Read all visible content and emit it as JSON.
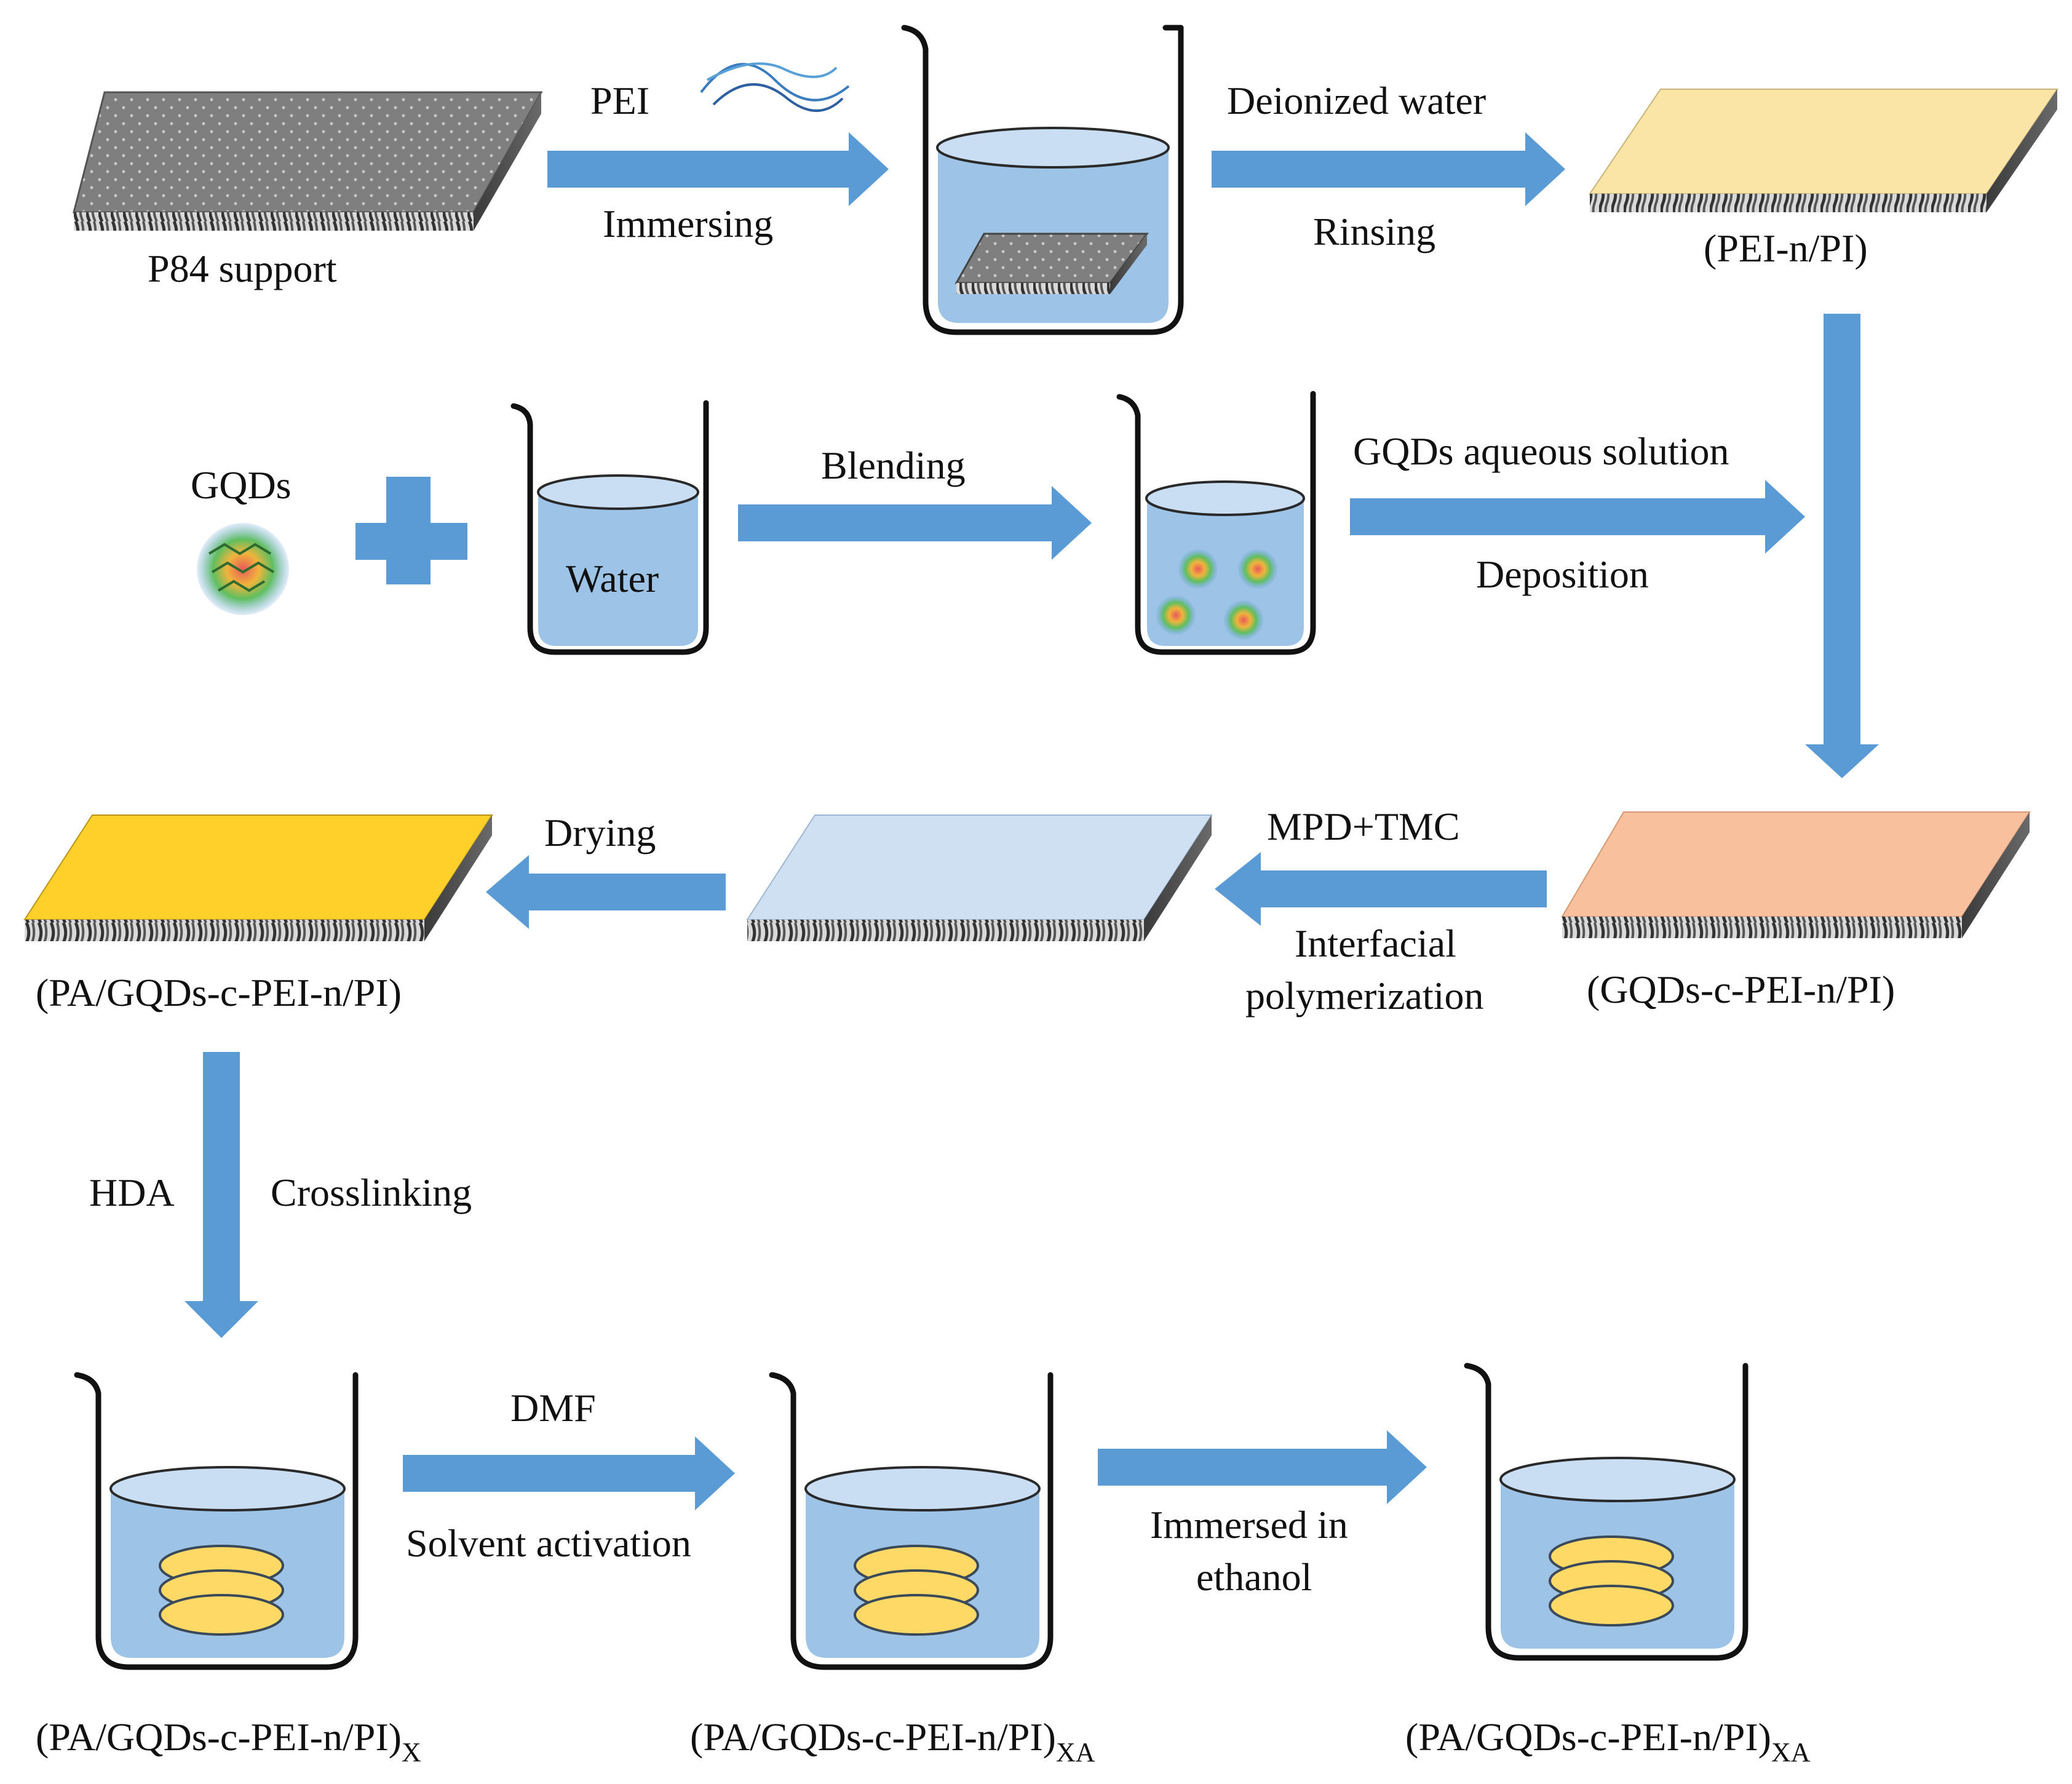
{
  "labels": {
    "p84": "P84 support",
    "pei": "PEI",
    "immersing": "Immersing",
    "deionized": "Deionized water",
    "rinsing": "Rinsing",
    "pei_pi": "(PEI-n/PI)",
    "gqds": "GQDs",
    "water": "Water",
    "blending": "Blending",
    "gqds_solution": "GQDs aqueous solution",
    "deposition": "Deposition",
    "drying": "Drying",
    "mpd_tmc": "MPD+TMC",
    "interfacial": "Interfacial",
    "polymerization": "polymerization",
    "gqds_c_pei": "(GQDs-c-PEI-n/PI)",
    "pa_gqds": "(PA/GQDs-c-PEI-n/PI)",
    "hda": "HDA",
    "crosslinking": "Crosslinking",
    "dmf": "DMF",
    "solvent_activation": "Solvent activation",
    "immersed_in": "Immersed in",
    "ethanol": "ethanol",
    "product_x": "(PA/GQDs-c-PEI-n/PI)",
    "product_x_sub": "X",
    "product_xa1": "(PA/GQDs-c-PEI-n/PI)",
    "product_xa1_sub": "XA",
    "product_xa2": "(PA/GQDs-c-PEI-n/PI)",
    "product_xa2_sub": "XA"
  },
  "colors": {
    "arrow": "#5b9bd5",
    "p84_top": "#7f7f7f",
    "pei_layer": "#fbe5a6",
    "gqds_layer": "#f8c09c",
    "pa_layer": "#cfe0f3",
    "pa_final_layer": "#ffd02a",
    "liquid": "#9dc3e6",
    "disc": "#ffd966"
  }
}
